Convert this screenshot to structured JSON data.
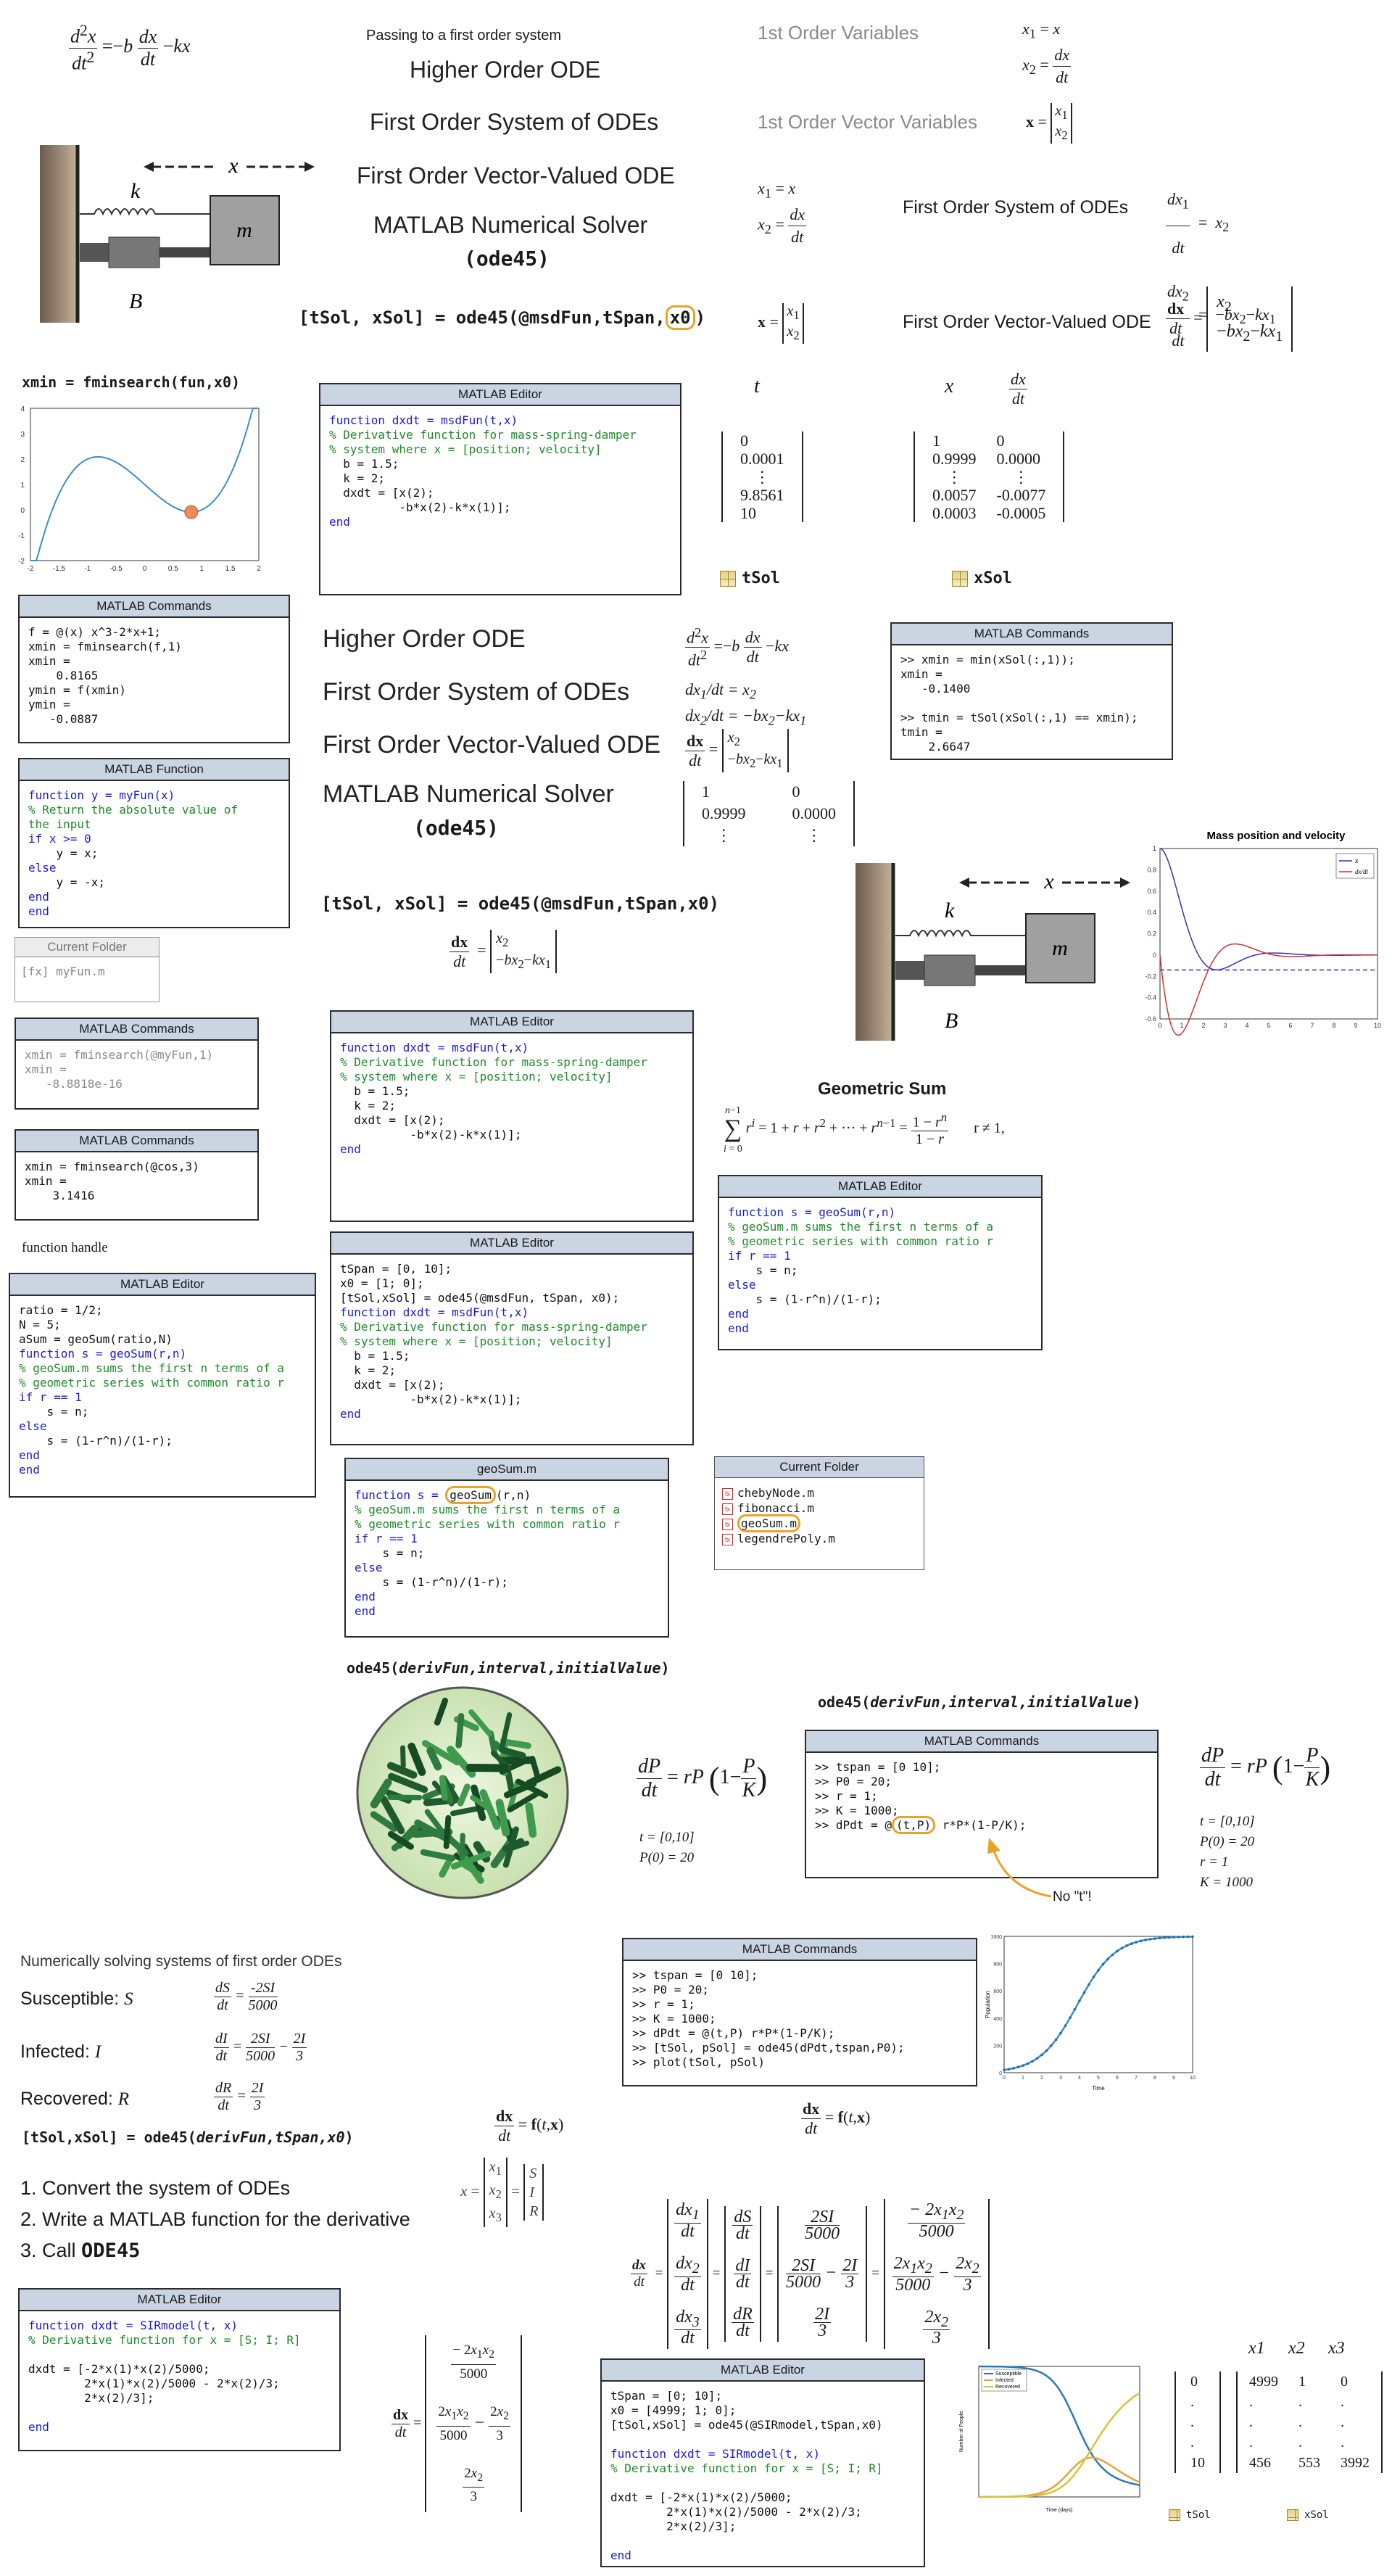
{
  "colors": {
    "window_header": "#c9d5e3",
    "keyword": "#1a1ad6",
    "comment": "#1e8a2a",
    "highlight": "#e9a32b",
    "plot_line": "#3a8fc8",
    "min_marker": "#ef8a5a"
  },
  "top": {
    "passing_caption": "Passing to a first order system",
    "steps": [
      "Higher Order ODE",
      "First Order System of ODEs",
      "First Order Vector-Valued ODE",
      "MATLAB Numerical Solver"
    ],
    "solver_name": "(ode45)",
    "call_prefix": "[tSol, xSol] = ode45(@msdFun,tSpan,",
    "call_arg": "x0",
    "call_suffix": ")",
    "first_order_variables": "1st Order Variables",
    "first_order_vector_variables": "1st Order Vector Variables",
    "system_label": "First Order System of ODEs",
    "vector_label": "First Order Vector-Valued ODE",
    "spring_label_k": "k",
    "damper_label_b": "B",
    "mass_label": "m",
    "displacement_label": "x"
  },
  "fmin": {
    "title": "xmin = fminsearch(fun,x0)",
    "plot": {
      "x_ticks": [
        "-2",
        "-1.5",
        "-1",
        "-0.5",
        "0",
        "0.5",
        "1",
        "1.5",
        "2"
      ],
      "y_ticks": [
        "4",
        "3",
        "2",
        "1",
        "0",
        "-1",
        "-2"
      ]
    }
  },
  "win_cmd1": {
    "title": "MATLAB Commands",
    "lines": [
      "f = @(x) x^3-2*x+1;",
      "xmin = fminsearch(f,1)",
      "xmin =",
      "    0.8165",
      "ymin = f(xmin)",
      "ymin =",
      "   -0.0887"
    ]
  },
  "win_fn": {
    "title": "MATLAB Function",
    "l1": "function y = myFun(x)",
    "l2": "% Return the absolute value of",
    "l3": "the input",
    "l4": "if x >= 0",
    "l5": "    y = x;",
    "l6": "else",
    "l7": "    y = -x;",
    "l8": "end",
    "l9": "end"
  },
  "folder1": {
    "title": "Current Folder",
    "file": "[fx] myFun.m"
  },
  "win_cmd2": {
    "title": "MATLAB Commands",
    "lines": [
      "xmin = fminsearch(@myFun,1)",
      "xmin =",
      "   -8.8818e-16"
    ]
  },
  "win_cmd3": {
    "title": "MATLAB Commands",
    "lines": [
      "xmin = fminsearch(@cos,3)",
      "xmin =",
      "    3.1416"
    ]
  },
  "fh_label": "function handle",
  "win_ed_ratio": {
    "title": "MATLAB Editor",
    "lines": [
      "ratio = 1/2;",
      "N = 5;",
      "aSum = geoSum(ratio,N)"
    ],
    "fn": "function s = geoSum(r,n)",
    "c1": "% geoSum.m sums the first n terms of a",
    "c2": "% geometric series with common ratio r",
    "if": "if r == 1",
    "s1": "    s = n;",
    "else": "else",
    "s2": "    s = (1-r^n)/(1-r);",
    "end1": "end",
    "end2": "end"
  },
  "win_ed1": {
    "title": "MATLAB Editor",
    "fn": "function dxdt = msdFun(t,x)",
    "c1": "% Derivative function for mass-spring-damper",
    "c2": "% system where x = [position; velocity]",
    "b": "  b = 1.5;",
    "k": "  k = 2;",
    "dx1": "  dxdt = [x(2);",
    "dx2": "          -b*x(2)-k*x(1)];",
    "end": "end"
  },
  "sol": {
    "t_label": "t",
    "x_label": "x",
    "t_vals": [
      "0",
      "0.0001",
      "⋮",
      "9.8561",
      "10"
    ],
    "x_vals": [
      [
        "1",
        "0"
      ],
      [
        "0.9999",
        "0.0000"
      ],
      [
        "⋮",
        "⋮"
      ],
      [
        "0.0057",
        "-0.0077"
      ],
      [
        "0.0003",
        "-0.0005"
      ]
    ],
    "tsol": "tSol",
    "xsol": "xSol"
  },
  "mid": {
    "steps": [
      "Higher Order ODE",
      "First Order System of ODEs",
      "First Order Vector-Valued ODE",
      "MATLAB Numerical Solver"
    ],
    "solver_name": "(ode45)",
    "call": "[tSol, xSol] = ode45(@msdFun,tSpan,x0)",
    "mat_rows": [
      [
        "1",
        "0"
      ],
      [
        "0.9999",
        "0.0000"
      ],
      [
        "⋮",
        "⋮"
      ]
    ]
  },
  "win_cmd_min": {
    "title": "MATLAB Commands",
    "lines": [
      ">> xmin = min(xSol(:,1));",
      "xmin =",
      "   -0.1400",
      "",
      ">> tmin = tSol(xSol(:,1) == xmin);",
      "tmin =",
      "    2.6647"
    ]
  },
  "msd_chart": {
    "title": "Mass position and velocity",
    "legend": [
      "x",
      "dx/dt"
    ],
    "x_ticks": [
      "0",
      "1",
      "2",
      "3",
      "4",
      "5",
      "6",
      "7",
      "8",
      "9",
      "10"
    ],
    "y_ticks": [
      "1",
      "0.8",
      "0.6",
      "0.4",
      "0.2",
      "0",
      "-0.2",
      "-0.4",
      "-0.6"
    ]
  },
  "win_ed2": {
    "title": "MATLAB Editor",
    "fn": "function dxdt = msdFun(t,x)",
    "c1": "% Derivative function for mass-spring-damper",
    "c2": "% system where x = [position; velocity]",
    "b": "  b = 1.5;",
    "k": "  k = 2;",
    "dx1": "  dxdt = [x(2);",
    "dx2": "          -b*x(2)-k*x(1)];",
    "end": "end"
  },
  "win_ed3": {
    "title": "MATLAB Editor",
    "lines": [
      "tSpan = [0, 10];",
      "x0 = [1; 0];",
      "[tSol,xSol] = ode45(@msdFun, tSpan, x0);"
    ],
    "fn": "function dxdt = msdFun(t,x)",
    "c1": "% Derivative function for mass-spring-damper",
    "c2": "% system where x = [position; velocity]",
    "b": "  b = 1.5;",
    "k": "  k = 2;",
    "dx1": "  dxdt = [x(2);",
    "dx2": "          -b*x(2)-k*x(1)];",
    "end": "end"
  },
  "geo": {
    "title": "Geometric Sum",
    "condition": "r ≠ 1,"
  },
  "win_ed_geo": {
    "title": "MATLAB Editor",
    "fn": "function s = geoSum(r,n)",
    "c1": "% geoSum.m sums the first n terms of a",
    "c2": "% geometric series with common ratio r",
    "if": "if r == 1",
    "s1": "    s = n;",
    "else": "else",
    "s2": "    s = (1-r^n)/(1-r);",
    "end1": "end",
    "end2": "end"
  },
  "win_geosum_m": {
    "title": "geoSum.m",
    "fn_pre": "function s = ",
    "fn_hl": "geoSum",
    "fn_post": "(r,n)",
    "c1": "% geoSum.m sums the first n terms of a",
    "c2": "% geometric series with common ratio r",
    "if": "if r == 1",
    "s1": "    s = n;",
    "else": "else",
    "s2": "    s = (1-r^n)/(1-r);",
    "end1": "end",
    "end2": "end"
  },
  "folder2": {
    "title": "Current Folder",
    "files": [
      "chebyNode.m",
      "fibonacci.m",
      "geoSum.m",
      "legendrePoly.m"
    ]
  },
  "ode45_sig_pre": "ode45(",
  "ode45_sig_args": "derivFun,interval,initialValue",
  "ode45_sig_post": ")",
  "logistic": {
    "t_range": "t = [0,10]",
    "p0": "P(0) = 20",
    "r": "r = 1",
    "K": "K = 1000",
    "no_t_note": "No \"t\"!"
  },
  "win_cmd_logistic": {
    "title": "MATLAB Commands",
    "lines": [
      ">> tspan = [0 10];",
      ">> P0 = 20;",
      ">> r = 1;",
      ">> K = 1000;"
    ],
    "dpdt_pre": ">> dPdt = @",
    "dpdt_hl": "(t,P)",
    "dpdt_post": " r*P*(1-P/K);"
  },
  "win_cmd_logistic2": {
    "title": "MATLAB Commands",
    "lines": [
      ">> tspan = [0 10];",
      ">> P0 = 20;",
      ">> r = 1;",
      ">> K = 1000;",
      ">> dPdt = @(t,P) r*P*(1-P/K);",
      ">> [tSol, pSol] = ode45(dPdt,tspan,P0);",
      ">> plot(tSol, pSol)"
    ]
  },
  "logistic_chart": {
    "xlabel": "Time",
    "ylabel": "Population",
    "x_ticks": [
      "0",
      "1",
      "2",
      "3",
      "4",
      "5",
      "6",
      "7",
      "8",
      "9",
      "10"
    ],
    "y_ticks": [
      "1000",
      "800",
      "600",
      "400",
      "200",
      "0"
    ]
  },
  "sir": {
    "title": "Numerically solving systems of first order ODEs",
    "labels": [
      "Susceptible: ",
      "Infected: ",
      "Recovered: "
    ],
    "vars": [
      "S",
      "I",
      "R"
    ],
    "call_pre": "[tSol,xSol] = ode45(",
    "call_args": "derivFun,tSpan,x0",
    "call_post": ")",
    "steps": [
      "1. Convert the system of ODEs",
      "2. Write a MATLAB function for the derivative",
      "3. Call "
    ],
    "step3_code": "ODE45"
  },
  "win_sir1": {
    "title": "MATLAB Editor",
    "fn": "function dxdt = SIRmodel(t, x)",
    "c1": "% Derivative function for x = [S; I; R]",
    "d1": "dxdt = [-2*x(1)*x(2)/5000;",
    "d2": "        2*x(1)*x(2)/5000 - 2*x(2)/3;",
    "d3": "        2*x(2)/3];",
    "end": "end"
  },
  "win_sir2": {
    "title": "MATLAB Editor",
    "l1": "tSpan = [0; 10];",
    "l2": "x0 = [4999; 1; 0];",
    "l3": "[tSol,xSol] = ode45(@SIRmodel,tSpan,x0)",
    "fn": "function dxdt = SIRmodel(t, x)",
    "c1": "% Derivative function for x = [S; I; R]",
    "d1": "dxdt = [-2*x(1)*x(2)/5000;",
    "d2": "        2*x(1)*x(2)/5000 - 2*x(2)/3;",
    "d3": "        2*x(2)/3];",
    "end": "end"
  },
  "sir_chart": {
    "legend": [
      "Susceptible",
      "Infected",
      "Recovered"
    ],
    "xlabel": "Time (days)",
    "ylabel": "Number of People",
    "colors": [
      "#2a78b8",
      "#e7a23a",
      "#d8c23a"
    ]
  },
  "sir_sol": {
    "headers": [
      "x1",
      "x2",
      "x3"
    ],
    "t_vals": [
      "0",
      ".",
      ".",
      ".",
      "10"
    ],
    "rows": [
      [
        "4999",
        "1",
        "0"
      ],
      [
        ".",
        ".",
        "."
      ],
      [
        ".",
        ".",
        "."
      ],
      [
        ".",
        ".",
        "."
      ],
      [
        "456",
        "553",
        "3992"
      ]
    ],
    "tsol": "tSol",
    "xsol": "xSol"
  }
}
